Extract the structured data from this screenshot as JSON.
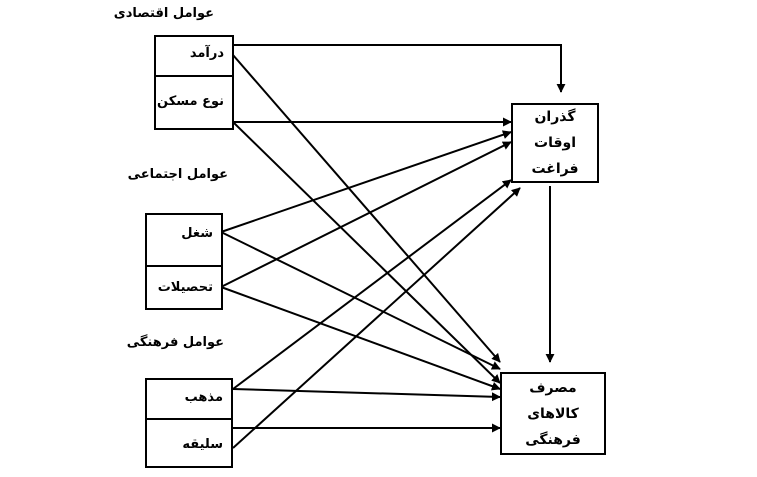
{
  "groups": {
    "economic": {
      "title": "عوامل اقتصادی",
      "items": [
        "درآمد",
        "نوع مسکن"
      ]
    },
    "social": {
      "title": "عوامل اجتماعی",
      "items": [
        "شغل",
        "تحصیلات"
      ]
    },
    "cultural": {
      "title": "عوامل فرهنگی",
      "items": [
        "مذهب",
        "سلیقه"
      ]
    }
  },
  "targets": {
    "leisure": {
      "line1": "گذران اوقات",
      "line2": "فراغت"
    },
    "consumption": {
      "line1": "مصرف کالاهای",
      "line2": "فرهنگی"
    }
  },
  "colors": {
    "line": "#000000",
    "background": "#ffffff"
  }
}
